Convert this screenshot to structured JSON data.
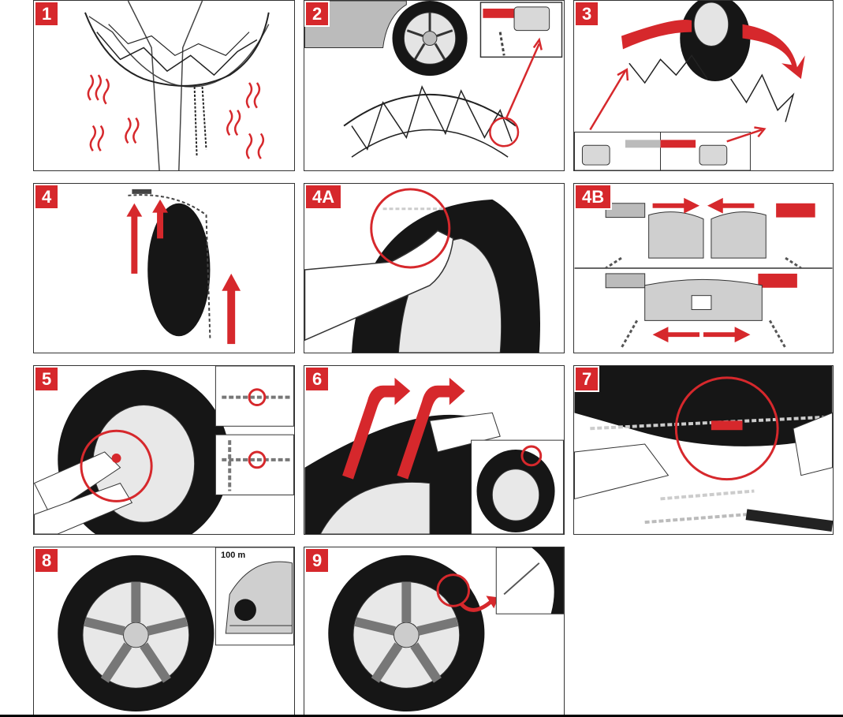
{
  "panels": [
    {
      "id": "p1",
      "step": "1"
    },
    {
      "id": "p2",
      "step": "2"
    },
    {
      "id": "p3",
      "step": "3"
    },
    {
      "id": "p4",
      "step": "4"
    },
    {
      "id": "p4a",
      "step": "4A"
    },
    {
      "id": "p4b",
      "step": "4B"
    },
    {
      "id": "p5",
      "step": "5"
    },
    {
      "id": "p6",
      "step": "6"
    },
    {
      "id": "p7",
      "step": "7"
    },
    {
      "id": "p8",
      "step": "8"
    },
    {
      "id": "p9",
      "step": "9"
    }
  ],
  "distance_label": "100 m",
  "colors": {
    "accent": "#d6282c",
    "ink": "#1a1a1a",
    "tire": "#161616",
    "metal": "#c9c9c9"
  }
}
